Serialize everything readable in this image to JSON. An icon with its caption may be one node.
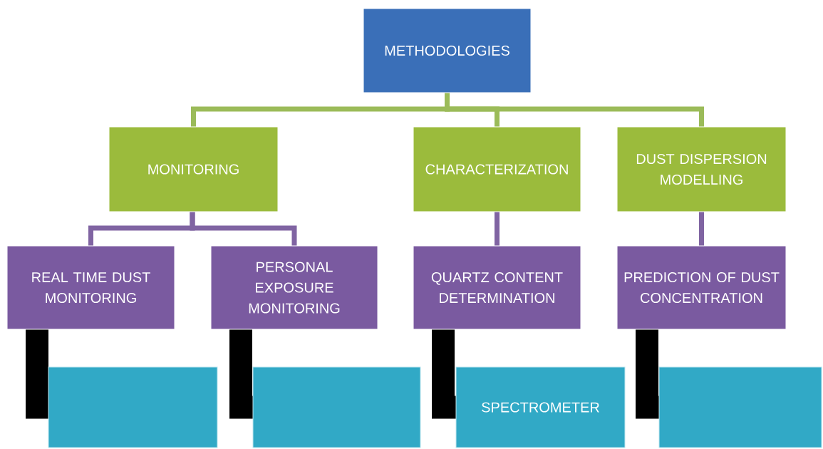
{
  "diagram": {
    "nodes": [
      {
        "text": [
          "METHODOLOGIES"
        ]
      },
      {
        "text": [
          "MONITORING"
        ]
      },
      {
        "text": [
          "CHARACTERIZATION"
        ]
      },
      {
        "text": [
          "DUST DISPERSION MODELLING"
        ]
      },
      {
        "text": [
          "REAL TIME DUST MONITORING"
        ]
      },
      {
        "text": [
          "PERSONAL EXPOSURE MONITORING"
        ]
      },
      {
        "text": [
          "QUARTZ CONTENT DETERMINATION"
        ]
      },
      {
        "text": [
          "PREDICTION OF DUST CONCENTRATION"
        ]
      },
      {
        "text": [],
        "shape": "box"
      },
      {
        "text": [],
        "shape": "box"
      },
      {
        "text": [
          "SPECTROMETER"
        ]
      },
      {
        "text": [],
        "shape": "box"
      }
    ],
    "edges": [
      {
        "from": 0,
        "to": 1,
        "arrow": "none",
        "color": "#9bbb59"
      },
      {
        "from": 0,
        "to": 2,
        "arrow": "none",
        "color": "#9bbb59"
      },
      {
        "from": 0,
        "to": 3,
        "arrow": "none",
        "color": "#9bbb59"
      },
      {
        "from": 1,
        "to": 4,
        "arrow": "none",
        "color": "#8064a2"
      },
      {
        "from": 1,
        "to": 5,
        "arrow": "none",
        "color": "#8064a2"
      },
      {
        "from": 2,
        "to": 6,
        "arrow": "none",
        "color": "#8064a2"
      },
      {
        "from": 3,
        "to": 7,
        "arrow": "none",
        "color": "#8064a2"
      },
      {
        "from": 4,
        "to": 8,
        "arrow": "none",
        "style": "thick",
        "color": "#000000"
      },
      {
        "from": 5,
        "to": 9,
        "arrow": "none",
        "style": "thick",
        "color": "#000000"
      },
      {
        "from": 6,
        "to": 10,
        "arrow": "none",
        "style": "thick",
        "color": "#000000"
      },
      {
        "from": 7,
        "to": 11,
        "arrow": "none",
        "style": "thick",
        "color": "#000000"
      }
    ]
  }
}
